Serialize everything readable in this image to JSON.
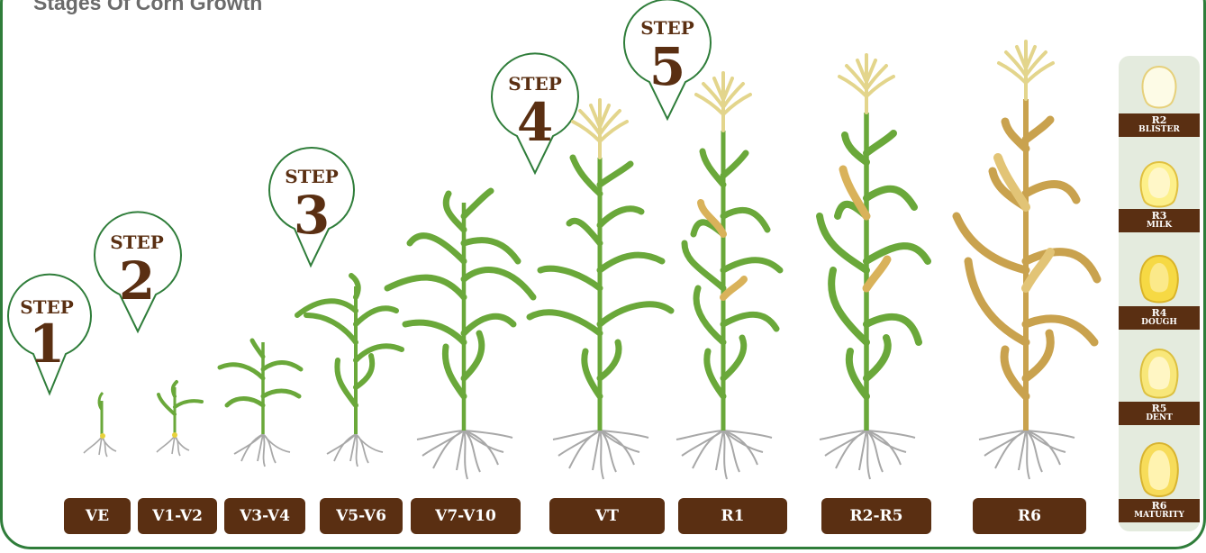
{
  "title": "Stages Of Corn Growth",
  "steps": [
    {
      "word": "STEP",
      "number": "1"
    },
    {
      "word": "STEP",
      "number": "2"
    },
    {
      "word": "STEP",
      "number": "3"
    },
    {
      "word": "STEP",
      "number": "4"
    },
    {
      "word": "STEP",
      "number": "5"
    }
  ],
  "stages": [
    "VE",
    "V1-V2",
    "V3-V4",
    "V5-V6",
    "V7-V10",
    "VT",
    "R1",
    "R2-R5",
    "R6"
  ],
  "kernels": [
    {
      "stage": "R2",
      "name": "BLISTER"
    },
    {
      "stage": "R3",
      "name": "MILK"
    },
    {
      "stage": "R4",
      "name": "DOUGH"
    },
    {
      "stage": "R5",
      "name": "DENT"
    },
    {
      "stage": "R6",
      "name": "MATURITY"
    }
  ],
  "colors": {
    "frame": "#2f7d3a",
    "step_text": "#5a2f12",
    "label_bg": "#5a2f12",
    "plant_green": "#6aa83a",
    "plant_dry": "#c9a24e",
    "tassel": "#e8dfa0",
    "roots": "#a8a8a8",
    "kernel_panel": "#e4ebde"
  }
}
